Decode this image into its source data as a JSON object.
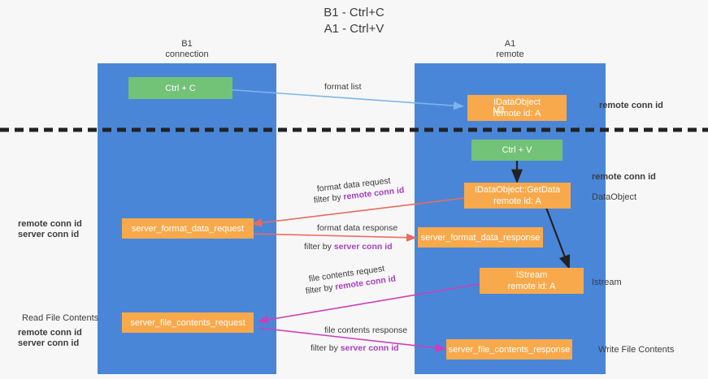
{
  "title": {
    "line1": "B1 - Ctrl+C",
    "line2": "A1 - Ctrl+V"
  },
  "lanes": [
    {
      "name": "B1",
      "role": "connection"
    },
    {
      "name": "A1",
      "role": "remote"
    }
  ],
  "colors": {
    "lane": "#4a86d8",
    "orange": "#f8a94b",
    "green": "#72c277",
    "purple": "#a83fc0",
    "green_text": "#4aa84f",
    "red_arrow": "#ea6b5e",
    "magenta_arrow": "#cc3fb8",
    "blue_arrow": "#7eb6e8",
    "black": "#222222",
    "background": "#f7f7f7"
  },
  "nodes": {
    "ctrl_c": {
      "line1": "Ctrl + C"
    },
    "idataobject_top": {
      "line1_prefix": "IVI7I",
      "line1": "IDataObject",
      "line2": "remote id: A"
    },
    "ctrl_v": {
      "line1": "Ctrl + V"
    },
    "getdata": {
      "line1": "IDataObject::GetData",
      "line2": "remote id: A"
    },
    "server_format_data_request": {
      "line1": "server_format_data_request"
    },
    "server_format_data_response": {
      "line1": "server_format_data_response"
    },
    "istream": {
      "line1": "IStream",
      "line2": "remote id: A"
    },
    "server_file_contents_request": {
      "line1": "server_file_contents_request"
    },
    "server_file_contents_response": {
      "line1": "server_file_contents_response"
    }
  },
  "edge_labels": {
    "format_list": "format list",
    "format_data_request": "format data request",
    "format_data_request_filter_prefix": "filter by ",
    "format_data_request_filter_key": "remote conn id",
    "format_data_response": "format data response",
    "format_data_response_filter_prefix": "filter by ",
    "format_data_response_filter_key": "server conn id",
    "file_contents_request": "file contents request",
    "file_contents_request_filter_prefix": "filter by ",
    "file_contents_request_filter_key": "remote conn id",
    "file_contents_response": "file contents response",
    "file_contents_response_filter_prefix": "filter by ",
    "file_contents_response_filter_key": "server conn id"
  },
  "side_labels": {
    "right_remote_conn_top": "remote conn id",
    "right_remote_conn_mid": "remote conn id",
    "right_dataobject": "DataObject",
    "right_istream": "Istream",
    "right_write_file": "Write File Contents",
    "left_remote_conn_mid": "remote conn id",
    "left_server_conn_mid": "server conn id",
    "left_read_file": "Read File Contents",
    "left_remote_conn_bot": "remote conn id",
    "left_server_conn_bot": "server conn id"
  }
}
